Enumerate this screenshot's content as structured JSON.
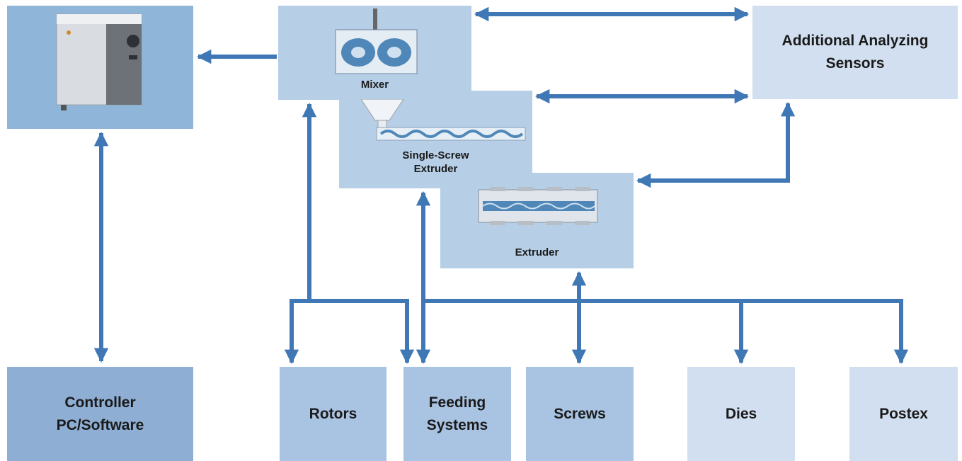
{
  "components": {
    "mixer": "Mixer",
    "single_screw": [
      "Single-Screw",
      "Extruder"
    ],
    "extruder": "Extruder",
    "sensors": [
      "Additional Analyzing",
      "Sensors"
    ],
    "controller": [
      "Controller",
      "PC/Software"
    ]
  },
  "accessories": {
    "rotors": "Rotors",
    "feeding": [
      "Feeding",
      "Systems"
    ],
    "screws": "Screws",
    "dies": "Dies",
    "postex": "Postex"
  },
  "colors": {
    "arrow": "#3f78b5",
    "box_light": "#b7cfe6",
    "box_pale": "#d2dff0",
    "box_mid": "#a9c3e2",
    "box_dark": "#8eaed4",
    "machine_bg": "#8fb6d9"
  }
}
